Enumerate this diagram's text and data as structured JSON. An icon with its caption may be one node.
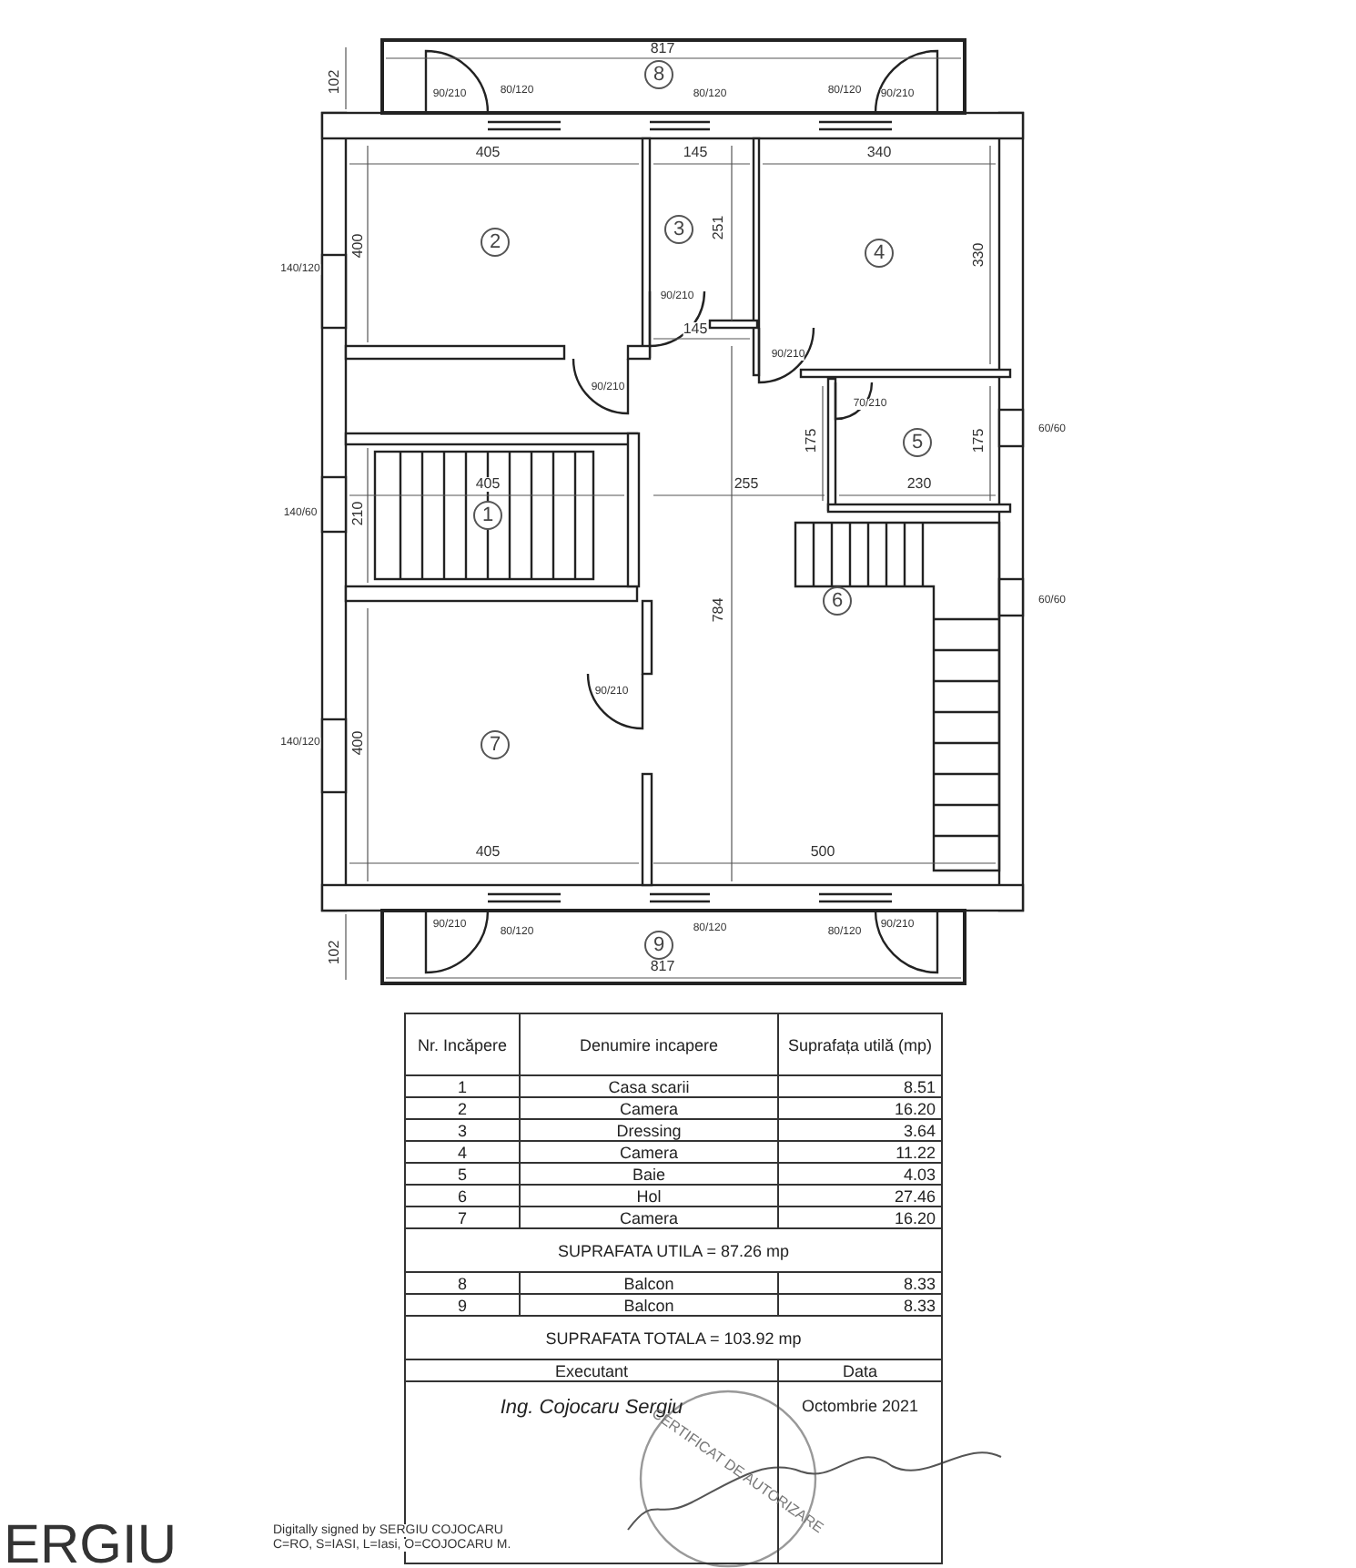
{
  "diagram": {
    "nodes": [
      {
        "text": [
          "8"
        ]
      },
      {
        "text": [
          "2"
        ]
      },
      {
        "text": [
          "3"
        ]
      },
      {
        "text": [
          "4"
        ]
      },
      {
        "text": [
          "5"
        ]
      },
      {
        "text": [
          "1"
        ]
      },
      {
        "text": [
          "6"
        ]
      },
      {
        "text": [
          "7"
        ]
      },
      {
        "text": [
          "9"
        ]
      }
    ],
    "labels": [
      "817",
      "102",
      "90/210",
      "80/120",
      "80/120",
      "80/120",
      "90/210",
      "405",
      "145",
      "340",
      "251",
      "140/120",
      "400",
      "330",
      "90/210",
      "145",
      "90/210",
      "90/210",
      "70/210",
      "175",
      "175",
      "60/60",
      "405",
      "255",
      "230",
      "140/60",
      "210",
      "60/60",
      "784",
      "90/210",
      "140/120",
      "400",
      "405",
      "500",
      "90/210",
      "80/120",
      "80/120",
      "80/120",
      "90/210",
      "102",
      "817",
      "Nr. Incăpere",
      "Denumire incapere",
      "Suprafața utilă (mp)",
      "1",
      "Casa scarii",
      "8.51",
      "2",
      "Camera",
      "16.20",
      "3",
      "Dressing",
      "3.64",
      "4",
      "Camera",
      "11.22",
      "5",
      "Baie",
      "4.03",
      "6",
      "Hol",
      "27.46",
      "7",
      "Camera",
      "16.20",
      "SUPRAFATA UTILA = 87.26 mp",
      "8",
      "Balcon",
      "8.33",
      "9",
      "Balcon",
      "8.33",
      "SUPRAFATA TOTALA = 103.92 mp",
      "Executant",
      "Data",
      "Ing.  Cojocaru Sergiu",
      "Octombrie 2021",
      "CERTIFICAT DE AUTORIZARE",
      "Digitally signed by SERGIU COJOCARU",
      "C=RO, S=IASI, L=Iasi, O=COJOCARU M.",
      "ERGIU"
    ]
  }
}
